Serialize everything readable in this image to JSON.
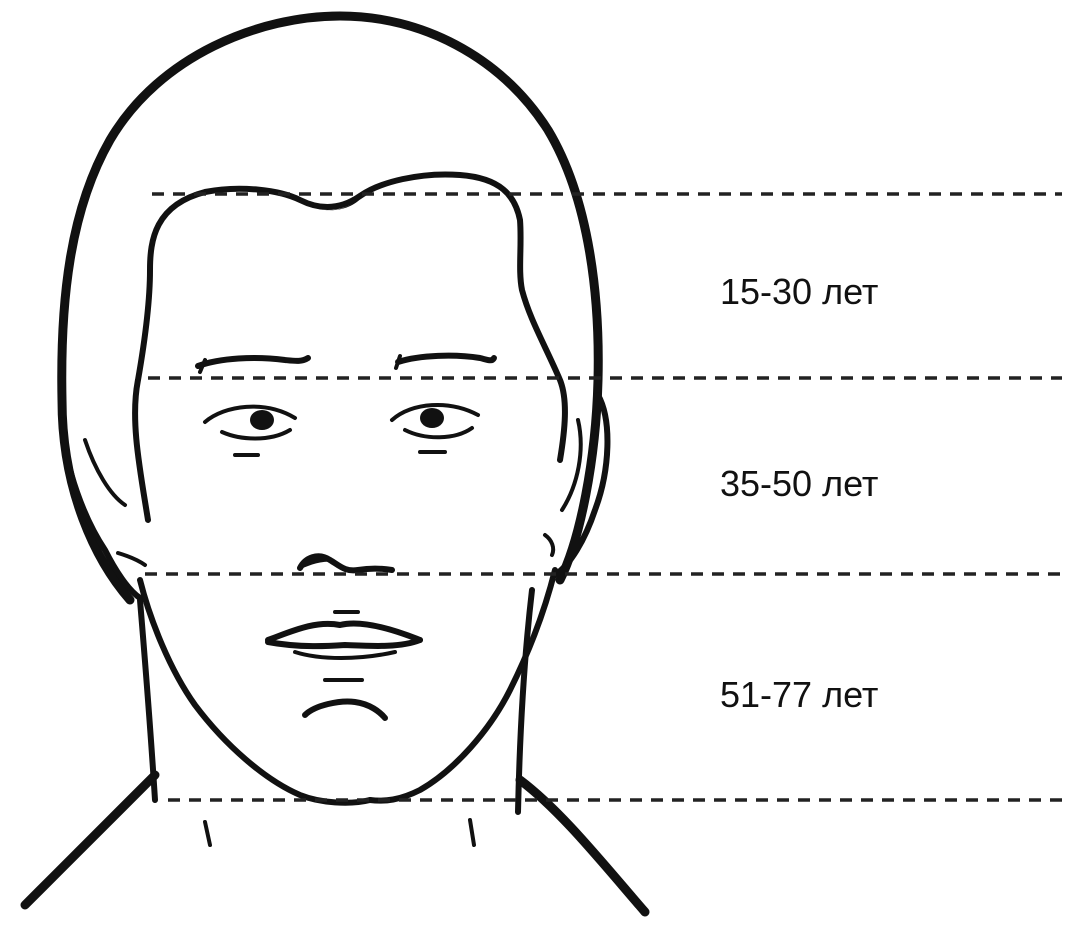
{
  "zones": [
    {
      "label": "15-30 лет"
    },
    {
      "label": "35-50 лет"
    },
    {
      "label": "51-77 лет"
    }
  ],
  "colors": {
    "ink": "#111111",
    "background": "#ffffff"
  }
}
